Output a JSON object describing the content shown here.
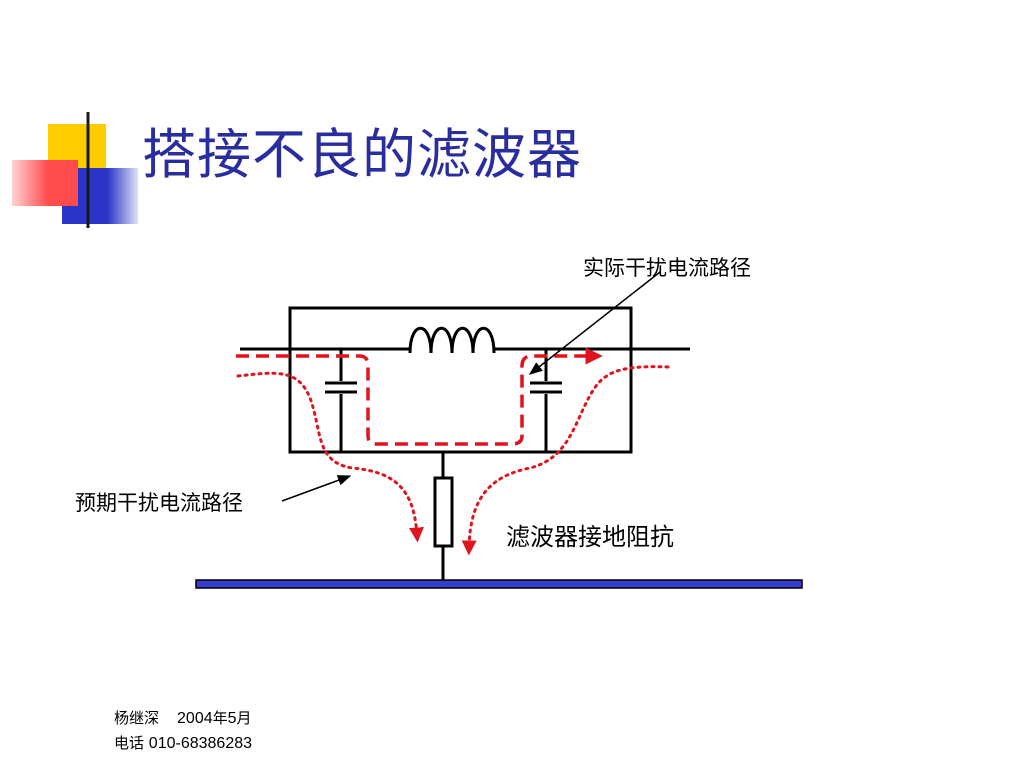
{
  "slide": {
    "title": "搭接不良的滤波器",
    "colors": {
      "title": "#2a2d9e",
      "accent_yellow": "#ffcc00",
      "accent_red": "#ff4b4b",
      "accent_blue": "#2a35c8",
      "ground_plane": "#3a3ccf",
      "path_red": "#e0141e"
    }
  },
  "diagram": {
    "labels": {
      "actual_path": "实际干扰电流路径",
      "expected_path": "预期干扰电流路径",
      "ground_impedance": "滤波器接地阻抗"
    },
    "components": [
      "inductor",
      "capacitor-left",
      "capacitor-right",
      "ground-resistor",
      "ground-plane"
    ]
  },
  "footer": {
    "author": "杨继深",
    "date_year": "2004",
    "date_year_suffix": "年",
    "date_month": "5",
    "date_month_suffix": "月",
    "phone_label": "电话",
    "phone": "010-68386283"
  }
}
